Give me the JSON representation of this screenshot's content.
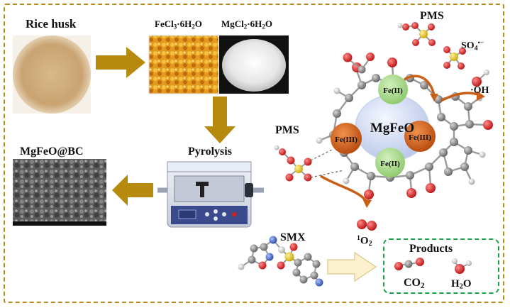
{
  "labels": {
    "rice_husk": "Rice husk",
    "fecl3": "FeCl",
    "fecl3_sub": "3",
    "fecl3_tail": "·6H",
    "fecl3_sub2": "2",
    "fecl3_end": "O",
    "mgcl2": "MgCl",
    "mgcl2_sub": "2",
    "mgcl2_tail": "·6H",
    "mgcl2_sub2": "2",
    "mgcl2_end": "O",
    "pms": "PMS",
    "so4": "SO",
    "so4_sub": "4",
    "so4_sup": "•−",
    "oh": "·OH",
    "pyrolysis": "Pyrolysis",
    "mgfeo_bc": "MgFeO@BC",
    "smx": "SMX",
    "singlet_sup": "1",
    "singlet": "O",
    "singlet_sub": "2",
    "products": "Products",
    "co2": "CO",
    "co2_sub": "2",
    "h2o": "H",
    "h2o_sub": "2",
    "h2o_end": "O",
    "center": "MgFeO",
    "fe2": "Fe(II)",
    "fe3": "Fe(III)"
  },
  "colors": {
    "frame": "#b98a1e",
    "arrow": "#b58a0e",
    "products_border": "#1aa14c",
    "fe2_fill": "#a9d98b",
    "fe3_fill": "#d4651c",
    "center_fill": "#cfd9ee",
    "oxygen": "#d21e1e",
    "carbon": "#8a8a8a",
    "sulfur": "#e0c21a",
    "nitrogen": "#3a5fcd"
  }
}
